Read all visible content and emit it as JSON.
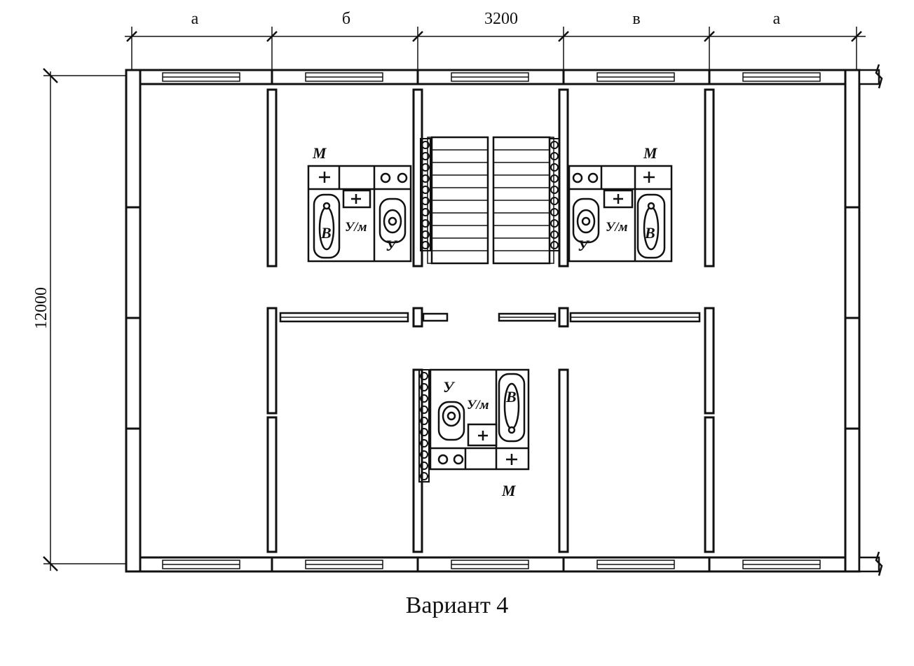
{
  "dimensions": {
    "bay_labels": [
      "а",
      "б",
      "3200",
      "в",
      "а"
    ],
    "depth_label": "12000"
  },
  "fixtures": {
    "bath": "В",
    "toilet": "У",
    "washbasin": "У/м",
    "kitchen": "М"
  },
  "caption": "Вариант 4"
}
